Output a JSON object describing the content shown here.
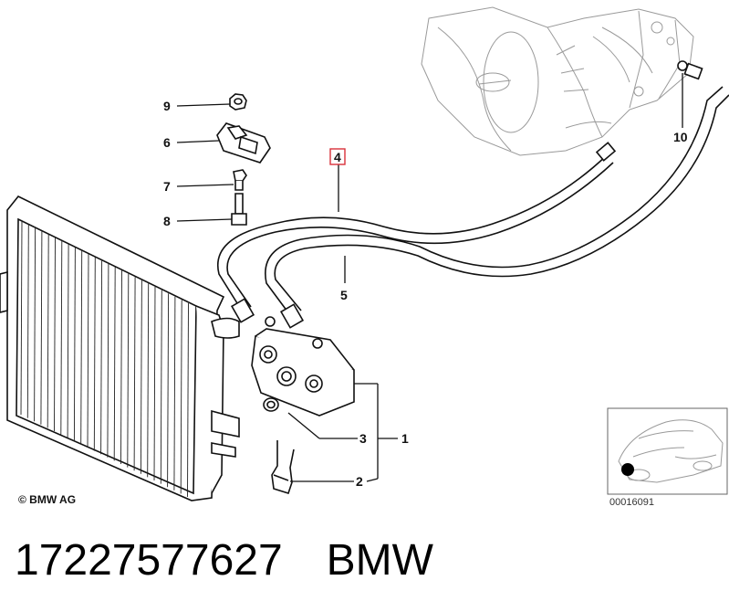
{
  "diagram": {
    "callouts": [
      "1",
      "2",
      "3",
      "4",
      "5",
      "6",
      "7",
      "8",
      "9",
      "10"
    ],
    "highlighted_callout": "4",
    "highlight_color": "#d9313a",
    "copyright": "© BMW AG",
    "reference_code": "00016091"
  },
  "caption": {
    "part_number": "17227577627",
    "brand": "BMW"
  }
}
